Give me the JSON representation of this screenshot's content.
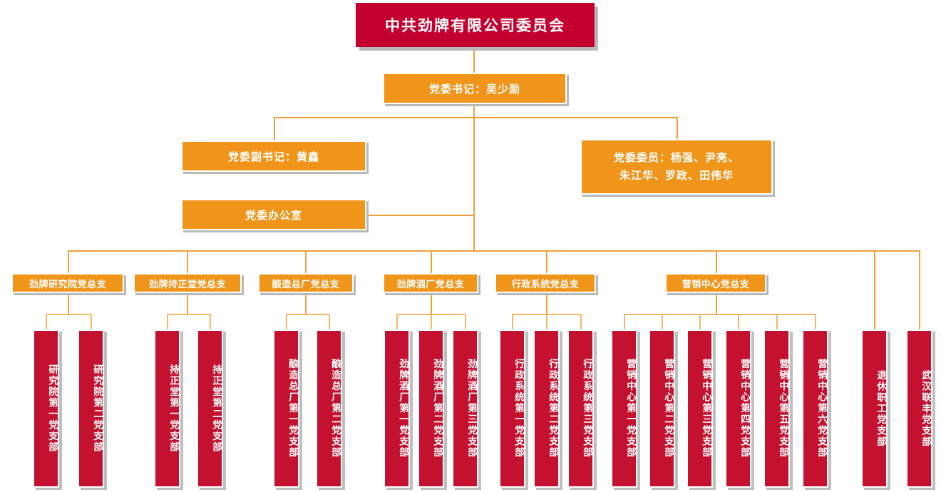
{
  "meta": {
    "colors": {
      "crimson": "#c3002f",
      "orange": "#f0941a",
      "branch_red": "#c3112f",
      "line": "#f2a03c",
      "shadow": "#b9b9b9",
      "background": "#ffffff"
    }
  },
  "root": {
    "label": "中共劲牌有限公司委员会"
  },
  "leadership": {
    "secretary": "党委书记：吴少勋",
    "deputy_secretary": "党委副书记：黄鑫",
    "office": "党委办公室",
    "members_line1": "党委委员：杨强、尹亮、",
    "members_line2": "朱江华、罗政、田伟华"
  },
  "general_branches": [
    {
      "label": "劲牌研究院党总支"
    },
    {
      "label": "劲牌持正堂党总支"
    },
    {
      "label": "酿造总厂党总支"
    },
    {
      "label": "劲牌酒厂党总支"
    },
    {
      "label": "行政系统党总支"
    },
    {
      "label": "营销中心党总支"
    }
  ],
  "branches": [
    {
      "label": "研究院第一党支部"
    },
    {
      "label": "研究院第二党支部"
    },
    {
      "label": "持正堂第一党支部"
    },
    {
      "label": "持正堂第二党支部"
    },
    {
      "label": "酿造总厂第一党支部"
    },
    {
      "label": "酿造总厂第二党支部"
    },
    {
      "label": "劲牌酒厂第一党支部"
    },
    {
      "label": "劲牌酒厂第二党支部"
    },
    {
      "label": "劲牌酒厂第三党支部"
    },
    {
      "label": "行政系统第一党支部"
    },
    {
      "label": "行政系统第二党支部"
    },
    {
      "label": "行政系统第三党支部"
    },
    {
      "label": "营销中心第一党支部"
    },
    {
      "label": "营销中心第二党支部"
    },
    {
      "label": "营销中心第三党支部"
    },
    {
      "label": "营销中心第四党支部"
    },
    {
      "label": "营销中心第五党支部"
    },
    {
      "label": "营销中心第六党支部"
    },
    {
      "label": "退休职工党支部"
    },
    {
      "label": "武汉联丰党支部"
    }
  ]
}
